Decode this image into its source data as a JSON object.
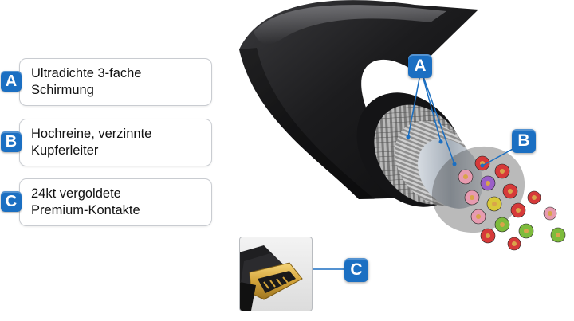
{
  "legend": [
    {
      "letter": "A",
      "line1": "Ultradichte 3-fache",
      "line2": "Schirmung"
    },
    {
      "letter": "B",
      "line1": "Hochreine, verzinnte",
      "line2": "Kupferleiter"
    },
    {
      "letter": "C",
      "line1": "24kt vergoldete",
      "line2": "Premium-Kontakte"
    }
  ],
  "callouts": {
    "a": "A",
    "b": "B",
    "c": "C"
  },
  "colors": {
    "badge_blue": "#1b6fc2",
    "cable_jacket": "#1c1c1e",
    "gold": "#d4a43a",
    "wire_red": "#d63a3a",
    "wire_purple": "#9a5fc8",
    "wire_yellow": "#d9c93a",
    "wire_green": "#7dbb3c",
    "wire_pink": "#e79bb0"
  },
  "icons": {
    "cable": "hdmi-cable-cross-section",
    "plug": "hdmi-plug"
  }
}
